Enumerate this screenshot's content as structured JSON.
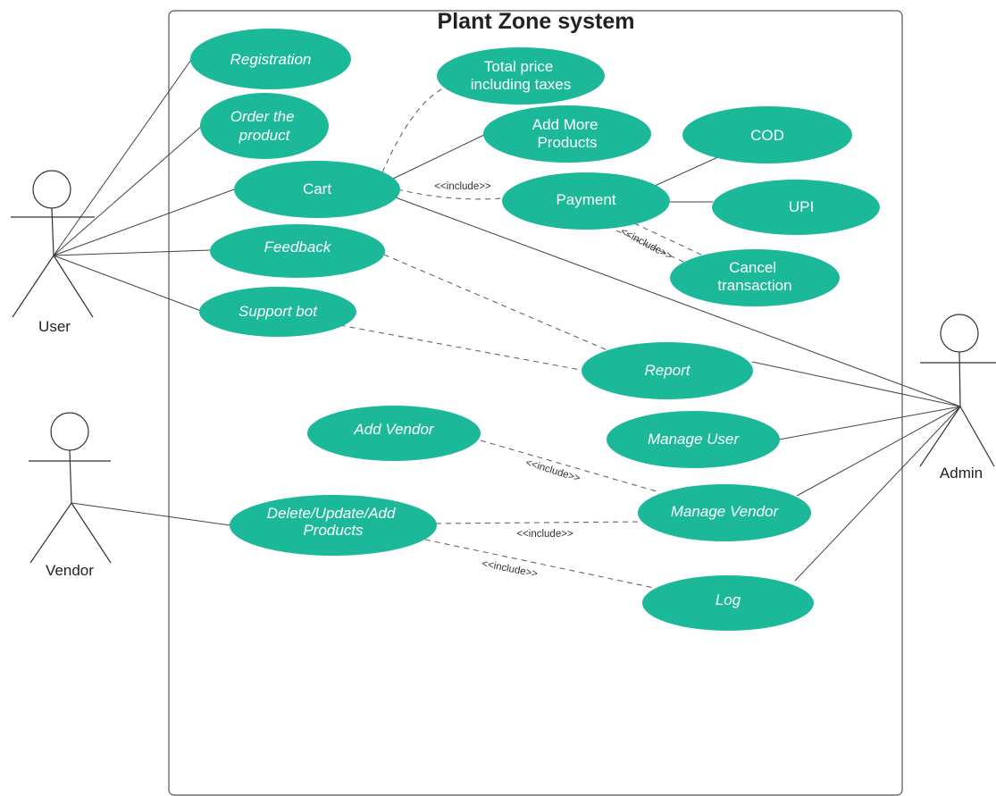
{
  "title": "Plant Zone system",
  "colors": {
    "use_case_fill": "#1bb99a",
    "use_case_text": "#ffffff",
    "line": "#444444"
  },
  "actors": {
    "user": "User",
    "vendor": "Vendor",
    "admin": "Admin"
  },
  "use_cases": {
    "registration": [
      "Registration"
    ],
    "order": [
      "Order the",
      "product"
    ],
    "total_price": [
      "Total price",
      "including taxes"
    ],
    "add_more": [
      "Add More",
      "Products"
    ],
    "cod": [
      "COD"
    ],
    "cart": [
      "Cart"
    ],
    "payment": [
      "Payment"
    ],
    "upi": [
      "UPI"
    ],
    "feedback": [
      "Feedback"
    ],
    "cancel": [
      "Cancel",
      "transaction"
    ],
    "support_bot": [
      "Support bot"
    ],
    "report": [
      "Report"
    ],
    "add_vendor": [
      "Add Vendor"
    ],
    "manage_user": [
      "Manage User"
    ],
    "delete_update_add": [
      "Delete/Update/Add",
      "Products"
    ],
    "manage_vendor": [
      "Manage Vendor"
    ],
    "log": [
      "Log"
    ]
  },
  "relations": {
    "include": "<<include>>"
  }
}
